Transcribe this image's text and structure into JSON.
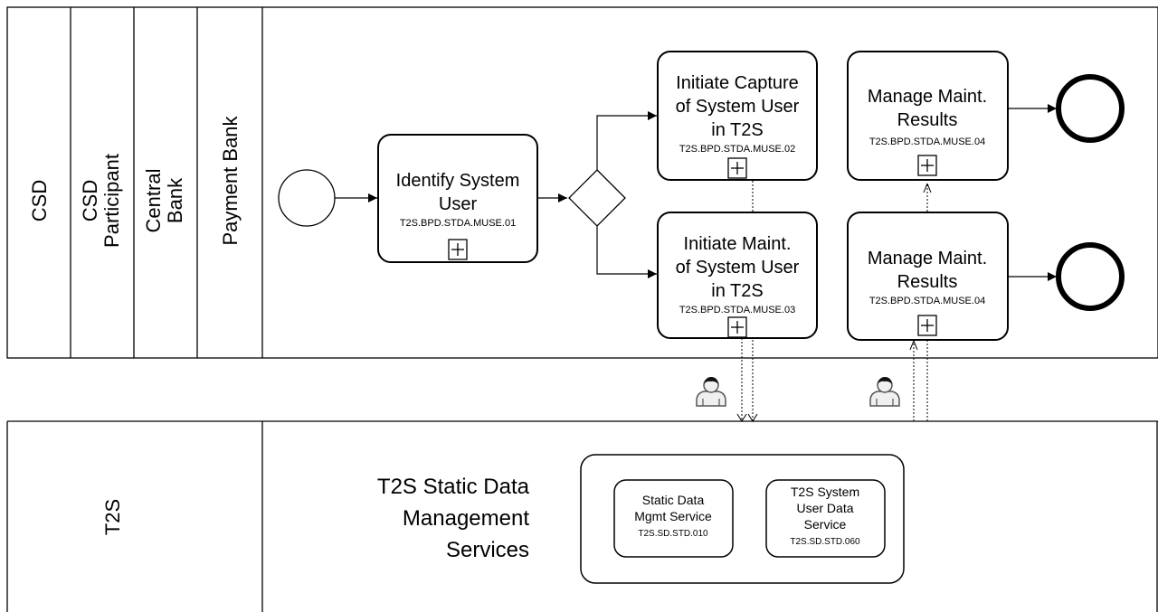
{
  "pool_top": {
    "lanes": [
      "CSD",
      "CSD\nParticipant",
      "Central\nBank",
      "Payment Bank"
    ]
  },
  "tasks": {
    "identify": {
      "title": [
        "Identify System",
        "User"
      ],
      "code": "T2S.BPD.STDA.MUSE.01"
    },
    "capture": {
      "title": [
        "Initiate Capture",
        "of System User",
        "in T2S"
      ],
      "code": "T2S.BPD.STDA.MUSE.02"
    },
    "maint": {
      "title": [
        "Initiate Maint.",
        "of System User",
        "in T2S"
      ],
      "code": "T2S.BPD.STDA.MUSE.03"
    },
    "results_top": {
      "title": [
        "Manage Maint.",
        "Results"
      ],
      "code": "T2S.BPD.STDA.MUSE.04"
    },
    "results_bottom": {
      "title": [
        "Manage Maint.",
        "Results"
      ],
      "code": "T2S.BPD.STDA.MUSE.04"
    }
  },
  "pool_bottom": {
    "lane": "T2S",
    "group_title": [
      "T2S Static Data",
      "Management",
      "Services"
    ],
    "services": [
      {
        "title": [
          "Static Data",
          "Mgmt Service"
        ],
        "code": "T2S.SD.STD.010"
      },
      {
        "title": [
          "T2S System",
          "User Data",
          "Service"
        ],
        "code": "T2S.SD.STD.060"
      }
    ]
  },
  "icons": [
    "user-icon",
    "user-icon"
  ]
}
